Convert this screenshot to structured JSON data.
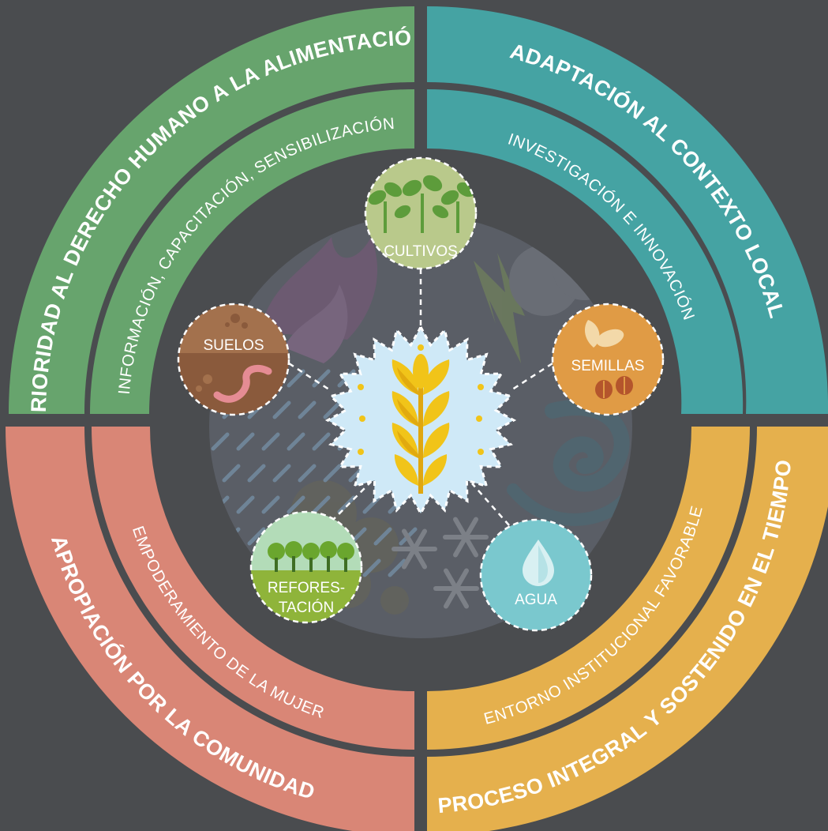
{
  "colors": {
    "background": "#4a4c4f",
    "green": "#67a46d",
    "teal": "#45a3a3",
    "salmon": "#d98676",
    "gold": "#e5b04d",
    "center_disc": "#5a5e66",
    "star": "#cfe9f7",
    "wheat": "#f1c419"
  },
  "quadrants": {
    "top_left": {
      "outer": "PRIORIDAD AL DERECHO HUMANO A LA ALIMENTACIÓN",
      "inner": "INFORMACIÓN, CAPACITACIÓN, SENSIBILIZACIÓN"
    },
    "top_right": {
      "outer": "ADAPTACIÓN AL CONTEXTO LOCAL",
      "inner": "INVESTIGACIÓN E INNOVACIÓN"
    },
    "bottom_left": {
      "outer": "APROPIACIÓN POR LA COMUNIDAD",
      "inner": "EMPODERAMIENTO DE LA MUJER"
    },
    "bottom_right": {
      "outer": "PROCESO INTEGRAL Y SOSTENIDO EN EL TIEMPO",
      "inner": "ENTORNO INSTITUCIONAL FAVORABLE"
    }
  },
  "nodes": {
    "cultivos": "CULTIVOS",
    "suelos": "SUELOS",
    "semillas": "SEMILLAS",
    "reforestacion_line1": "REFORES-",
    "reforestacion_line2": "TACIÓN",
    "agua": "AGUA"
  },
  "icons": {
    "center": "wheat-icon",
    "cultivos": "sprouts-icon",
    "suelos": "worm-icon",
    "semillas": "seeds-icon",
    "reforestacion": "trees-icon",
    "agua": "water-drop-icon"
  }
}
